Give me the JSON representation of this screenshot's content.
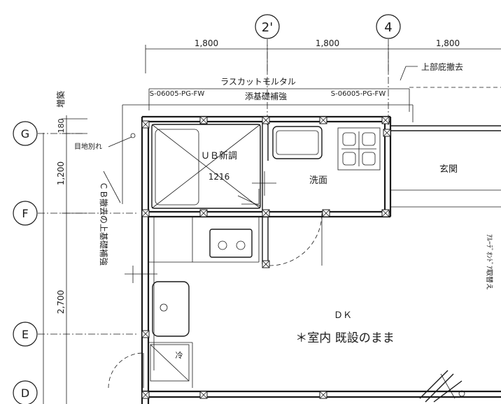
{
  "grid": {
    "columns": [
      "2'",
      "4"
    ],
    "rows": [
      "G",
      "F",
      "E",
      "D"
    ]
  },
  "dimensions": {
    "top": [
      "1,800",
      "1,800",
      "1,800"
    ],
    "left": [
      "180",
      "1,200",
      "2,700"
    ]
  },
  "notes": {
    "addition_marker": "増築",
    "lath_cut_mortar": "ラスカットモルタル",
    "foundation_reinforce": "添基礎補強",
    "eave_removal": "上部庇撤去",
    "joint_separation": "目地別れ",
    "cb_removal_reinforce": "ＣＢ撤去の上基礎補強",
    "door_replace": "ｱﾙｰﾃﾞｵﾝﾄﾞｱ取替え",
    "existing_interior": "＊室内 既設のまま"
  },
  "windows": [
    "S-06005-PG-FW",
    "S-06005-PG-FW"
  ],
  "rooms": {
    "unit_bath": "ＵＢ新調",
    "unit_bath_size": "1216",
    "washroom": "洗面",
    "entrance": "玄関",
    "dk": "ＤＫ",
    "fridge": "冷"
  }
}
